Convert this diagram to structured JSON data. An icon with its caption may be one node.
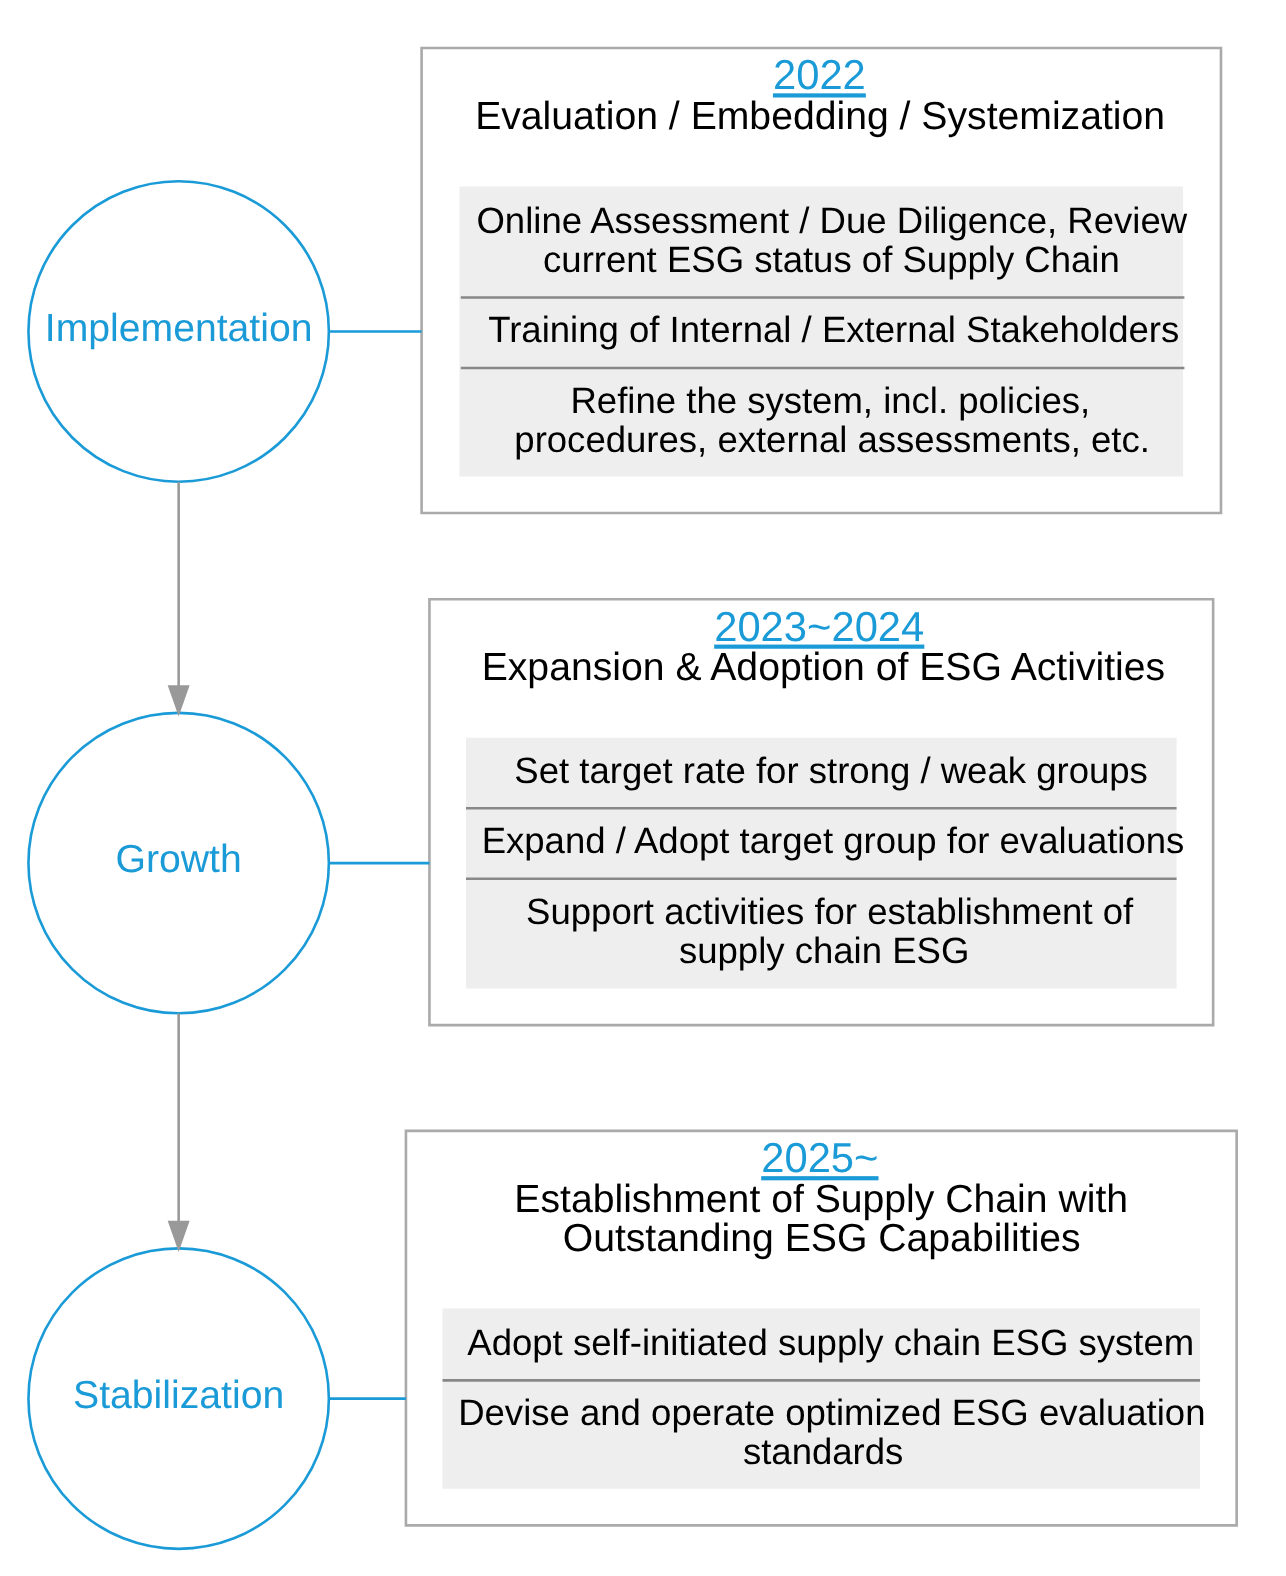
{
  "diagram": {
    "nodes": [
      {
        "text": [
          "Implementation"
        ]
      },
      {
        "text": [
          "2022",
          "Evaluation / Embedding / Systemization"
        ]
      },
      {
        "text": [
          "Online Assessment / Due Diligence, Review current ESG status of Supply Chain",
          "Training of Internal / External Stakeholders",
          "Refine the system, incl. policies, procedures, external assessments, etc."
        ],
        "in": 1
      },
      {
        "text": [
          "Growth"
        ]
      },
      {
        "text": [
          "2023~2024",
          "Expansion & Adoption of ESG Activities"
        ]
      },
      {
        "text": [
          "Set target rate for strong / weak groups",
          "Expand / Adopt target group for evaluations",
          "Support activities for establishment of supply chain ESG"
        ],
        "in": 4
      },
      {
        "text": [
          "Stabilization"
        ]
      },
      {
        "text": [
          "2025~",
          "Establishment of Supply Chain with Outstanding ESG Capabilities"
        ]
      },
      {
        "text": [
          "Adopt self-initiated supply chain ESG system",
          "Devise and operate optimized ESG evaluation standards"
        ],
        "in": 7
      }
    ],
    "edges": [
      {
        "from": 0,
        "to": 1,
        "arrow": "none"
      },
      {
        "from": 0,
        "to": 3,
        "arrow": "to",
        "color": "#999999"
      },
      {
        "from": 3,
        "to": 4,
        "arrow": "none"
      },
      {
        "from": 3,
        "to": 6,
        "arrow": "to",
        "color": "#999999"
      },
      {
        "from": 6,
        "to": 7,
        "arrow": "none"
      }
    ]
  }
}
